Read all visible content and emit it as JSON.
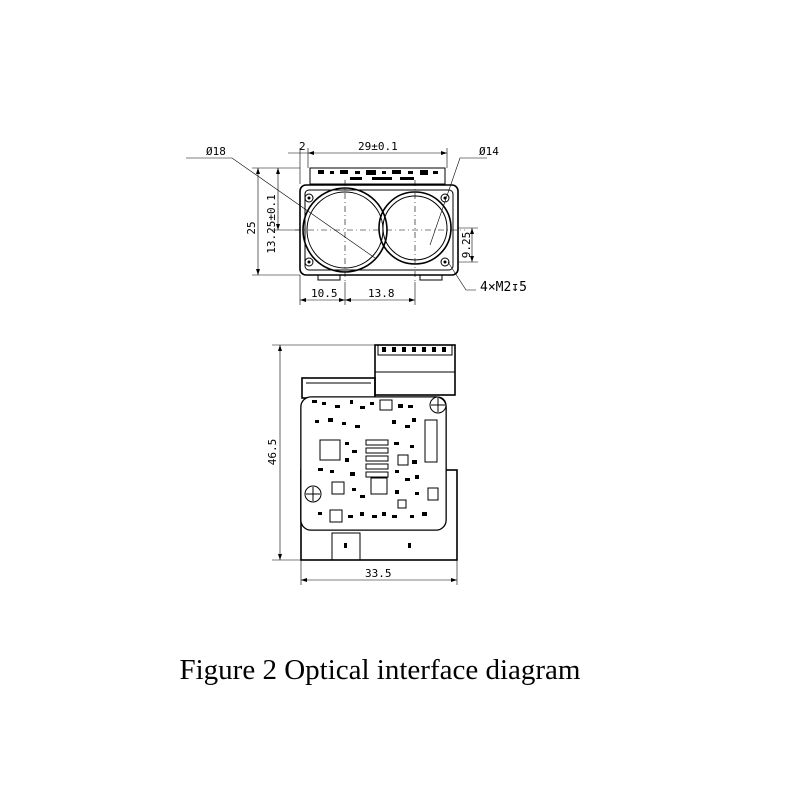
{
  "caption": "Figure 2 Optical interface diagram",
  "top_view": {
    "dim_phi18": "Ø18",
    "dim_2": "2",
    "dim_29": "29±0.1",
    "dim_phi14": "Ø14",
    "dim_25": "25",
    "dim_13_25": "13.25±0.1",
    "dim_9_25": "9.25",
    "dim_10_5": "10.5",
    "dim_13_8": "13.8",
    "dim_screw": "4×M2↧5"
  },
  "bottom_view": {
    "dim_46_5": "46.5",
    "dim_33_5": "33.5"
  }
}
